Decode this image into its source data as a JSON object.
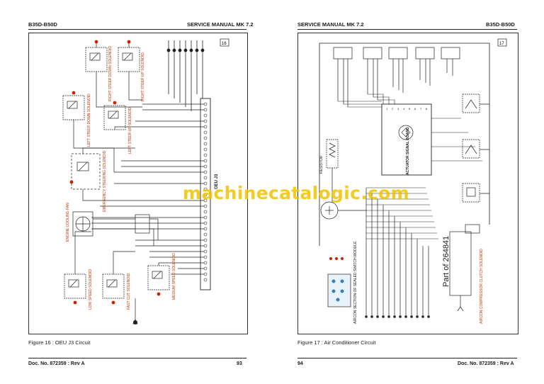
{
  "left_page": {
    "header_left": "B35D-B50D",
    "header_right": "SERVICE MANUAL MK 7.2",
    "figure_caption": "Figure 16 : OEU J3 Circuit",
    "footer_left": "Doc. No. 872359 : Rev A",
    "footer_right": "93",
    "figure_number": "16",
    "labels": {
      "right_steer_down": "RIGHT STEER DOWN SOLENOID",
      "right_steer_up": "RIGHT STEER UP SOLENOID",
      "left_steer_down": "LEFT STEER DOWN SOLENOID",
      "left_steer_up": "LEFT STEER UP SOLENOID",
      "emergency": "EMERGENCY STEERING SOLENOID",
      "engine_cooling": "ENGINE COOLING FAN",
      "low_speed": "LOW SPEED SOLENOID",
      "fast_cut": "FAST CUT SOLENOID",
      "medium_speed": "MEDIUM SPEED SOLENOID",
      "connector": "OEU J3"
    }
  },
  "right_page": {
    "header_left": "SERVICE MANUAL MK 7.2",
    "header_right": "B35D-B50D",
    "figure_caption": "Figure 17 : Air Conditioner Circuit",
    "footer_left": "94",
    "footer_right": "Doc. No. 872359 : Rev A",
    "figure_number": "17",
    "labels": {
      "actuator_board": "ACTUATOR SIGNAL BOARD",
      "part_of": "Part of 264841",
      "compressor": "AIRCON COMPRESSOR CLUTCH SOLENOID",
      "switch_module": "AIRCON SECTION OF SEALED SWITCH MODULE",
      "resistor": "RESISTOR"
    }
  },
  "watermark": "machinecatalogic.com",
  "colors": {
    "wire": "#222222",
    "ground": "#cc2200",
    "watermark": "#f2c200",
    "accent_label": "#cc3300"
  }
}
